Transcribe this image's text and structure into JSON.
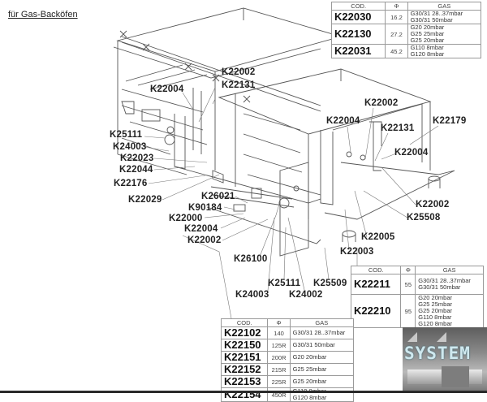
{
  "title": "für Gas-Backöfen",
  "callouts": [
    {
      "id": "c1",
      "code": "K22002"
    },
    {
      "id": "c2",
      "code": "K22131"
    },
    {
      "id": "c3",
      "code": "K22004"
    },
    {
      "id": "c4",
      "code": "K25111"
    },
    {
      "id": "c5",
      "code": "K24003"
    },
    {
      "id": "c6",
      "code": "K22023"
    },
    {
      "id": "c7",
      "code": "K22044"
    },
    {
      "id": "c8",
      "code": "K22176"
    },
    {
      "id": "c9",
      "code": "K22029"
    },
    {
      "id": "c10",
      "code": "K26021"
    },
    {
      "id": "c11",
      "code": "K90184"
    },
    {
      "id": "c12",
      "code": "K22000"
    },
    {
      "id": "c13",
      "code": "K22004"
    },
    {
      "id": "c14",
      "code": "K22002"
    },
    {
      "id": "c15",
      "code": "K26100"
    },
    {
      "id": "c16",
      "code": "K25111"
    },
    {
      "id": "c17",
      "code": "K24003"
    },
    {
      "id": "c18",
      "code": "K24002"
    },
    {
      "id": "c19",
      "code": "K25509"
    },
    {
      "id": "c20",
      "code": "K22002"
    },
    {
      "id": "c21",
      "code": "K22004"
    },
    {
      "id": "c22",
      "code": "K22131"
    },
    {
      "id": "c23",
      "code": "K22179"
    },
    {
      "id": "c24",
      "code": "K22004"
    },
    {
      "id": "c25",
      "code": "K22002"
    },
    {
      "id": "c26",
      "code": "K25508"
    },
    {
      "id": "c27",
      "code": "K22005"
    },
    {
      "id": "c28",
      "code": "K22003"
    }
  ],
  "tables": {
    "headers": {
      "cod": "COD.",
      "phi": "Φ",
      "gas": "GAS"
    },
    "top": [
      {
        "cod": "K22030",
        "phi": "16.2",
        "gas": [
          "G30/31 28..37mbar",
          "G30/31 50mbar"
        ]
      },
      {
        "cod": "K22130",
        "phi": "27.2",
        "gas": [
          "G20 20mbar",
          "G25 25mbar",
          "G25 20mbar"
        ]
      },
      {
        "cod": "K22031",
        "phi": "45.2",
        "gas": [
          "G110 8mbar",
          "G120 8mbar"
        ]
      }
    ],
    "right": [
      {
        "cod": "K22211",
        "phi": "55",
        "gas": [
          "G30/31 28..37mbar",
          "G30/31 50mbar"
        ]
      },
      {
        "cod": "K22210",
        "phi": "95",
        "gas": [
          "G20 20mbar",
          "G25 25mbar",
          "G25 20mbar",
          "G110 8mbar",
          "G120 8mbar"
        ]
      }
    ],
    "bottom": [
      {
        "cod": "K22102",
        "phi": "140",
        "gas": [
          "G30/31 28..37mbar"
        ]
      },
      {
        "cod": "K22150",
        "phi": "125R",
        "gas": [
          "G30/31 50mbar"
        ]
      },
      {
        "cod": "K22151",
        "phi": "200R",
        "gas": [
          "G20 20mbar"
        ]
      },
      {
        "cod": "K22152",
        "phi": "215R",
        "gas": [
          "G25 25mbar"
        ]
      },
      {
        "cod": "K22153",
        "phi": "225R",
        "gas": [
          "G25 20mbar"
        ]
      },
      {
        "cod": "K22154",
        "phi": "450R",
        "gas": [
          "G110 8mbar",
          "G120 8mbar"
        ]
      }
    ]
  },
  "logo": {
    "text": "SYSTEM"
  }
}
